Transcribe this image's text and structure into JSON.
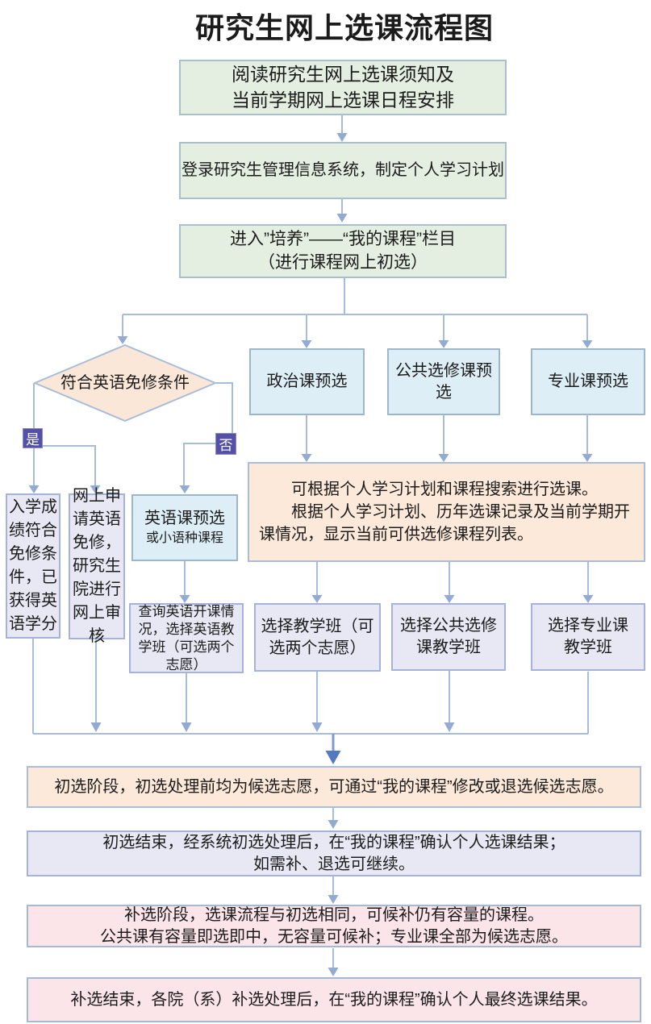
{
  "title": "研究生网上选课流程图",
  "palette": {
    "box_green": "#e4efe2",
    "box_blue": "#deeef7",
    "box_lavender": "#e8e8f5",
    "box_peach": "#fce9da",
    "box_pink": "#fbe5e9",
    "tag_purple": "#5450a5",
    "connector_blue": "#a7bcdb",
    "arrow_dark_blue": "#5379bf"
  },
  "nodes": {
    "read_notice": {
      "lines": [
        "阅读研究生网上选课须知及",
        "当前学期网上选课日程安排"
      ]
    },
    "login": {
      "text": "登录研究生管理信息系统，制定个人学习计划"
    },
    "enter_menu": {
      "lines": [
        "进入”培养”——“我的课程”栏目",
        "（进行课程网上初选）"
      ]
    },
    "decision": {
      "text": "符合英语免修条件",
      "yes_label": "是",
      "no_label": "否"
    },
    "politics_presel": {
      "text": "政治课预选"
    },
    "public_presel": {
      "text": "公共选修课预选"
    },
    "major_presel": {
      "text": "专业课预选"
    },
    "entry_score": {
      "text": "入学成绩符合免修条件，已获得英语学分"
    },
    "apply_exempt": {
      "text": "网上申请英语免修，研究生院进行网上审核"
    },
    "english_presel": {
      "line1": "英语课预选",
      "line2": "或小语种课程"
    },
    "query_english": {
      "text": "查询英语开课情况，选择英语教学班（可选两个志愿）"
    },
    "search_info": {
      "para1": "可根据个人学习计划和课程搜索进行选课。",
      "para2": "根据个人学习计划、历年选课记录及当前学期开课情况，显示当前可供选修课程列表。"
    },
    "choose_class": {
      "lines": [
        "选择教学班（可",
        "选两个志愿）"
      ]
    },
    "choose_public": {
      "lines": [
        "选择公共选修",
        "课教学班"
      ]
    },
    "choose_major": {
      "lines": [
        "选择专业课",
        "教学班"
      ]
    },
    "stage1": {
      "text": "初选阶段，初选处理前均为候选志愿，可通过“我的课程”修改或退选候选志愿。"
    },
    "stage1_end": {
      "lines": [
        "初选结束，经系统初选处理后，在“我的课程”确认个人选课结果；",
        "如需补、退选可继续。"
      ]
    },
    "stage2": {
      "lines": [
        "补选阶段，选课流程与初选相同，可候补仍有容量的课程。",
        "公共课有容量即选即中，无容量可候补；专业课全部为候选志愿。"
      ]
    },
    "stage2_end": {
      "text": "补选结束，各院（系）补选处理后，在“我的课程”确认个人最终选课结果。"
    }
  },
  "edges": [
    "read_notice→login",
    "login→enter_menu",
    "enter_menu→decision",
    "enter_menu→politics_presel",
    "enter_menu→public_presel",
    "enter_menu→major_presel",
    "decision—是→entry_score",
    "decision—是→apply_exempt",
    "decision—否→english_presel",
    "english_presel→query_english",
    "politics_presel→search_info",
    "public_presel→search_info",
    "major_presel→search_info",
    "search_info→choose_class",
    "search_info→choose_public",
    "search_info→choose_major",
    "entry_score,apply_exempt,query_english,choose_class,choose_public,choose_major→stage1",
    "stage1→stage1_end",
    "stage1_end→stage2",
    "stage2→stage2_end"
  ]
}
